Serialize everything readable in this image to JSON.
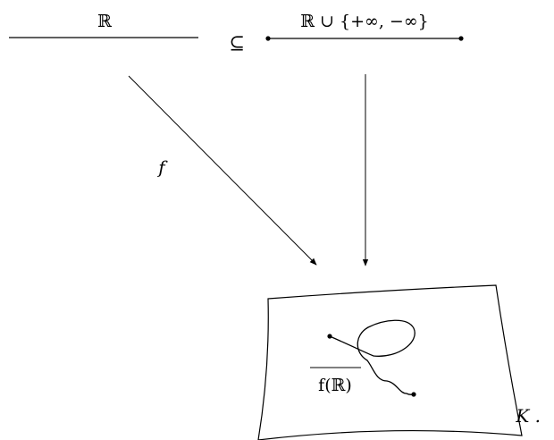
{
  "diagram": {
    "real_line_label": "ℝ",
    "subset_symbol": "⊆",
    "extended_line_label": "ℝ ∪ {+∞, −∞}",
    "map_label": "f",
    "closure_label": "f(ℝ)",
    "space_label": "K ."
  },
  "colors": {
    "ink": "#000000",
    "background": "#ffffff"
  }
}
